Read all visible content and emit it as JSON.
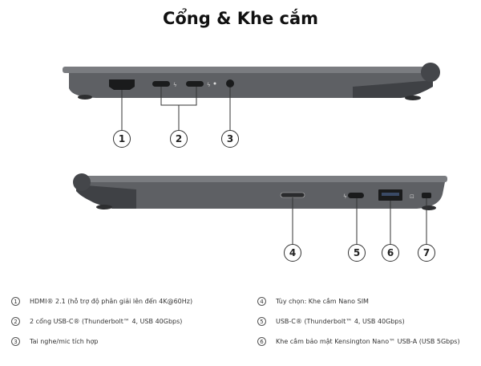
{
  "title": "Cổng & Khe cắm",
  "callouts": [
    "1",
    "2",
    "3",
    "4",
    "5",
    "6",
    "7"
  ],
  "legend": [
    {
      "num": "1",
      "text": "HDMI® 2.1 (hỗ trợ độ phân giải lên đến 4K@60Hz)"
    },
    {
      "num": "2",
      "text": "2 cổng USB-C® (Thunderbolt™ 4, USB 40Gbps)"
    },
    {
      "num": "3",
      "text": "Tai nghe/mic tích hợp"
    },
    {
      "num": "4",
      "text": "Tùy chọn: Khe cắm Nano SIM"
    },
    {
      "num": "5",
      "text": "USB-C® (Thunderbolt™ 4, USB 40Gbps)"
    },
    {
      "num": "6",
      "text": "Khe cắm bảo mật Kensington Nano™ USB-A (USB 5Gbps)"
    }
  ],
  "colors": {
    "chassis": "#5e6064",
    "chassis_dark": "#3f4145",
    "accent_line": "#333333"
  }
}
